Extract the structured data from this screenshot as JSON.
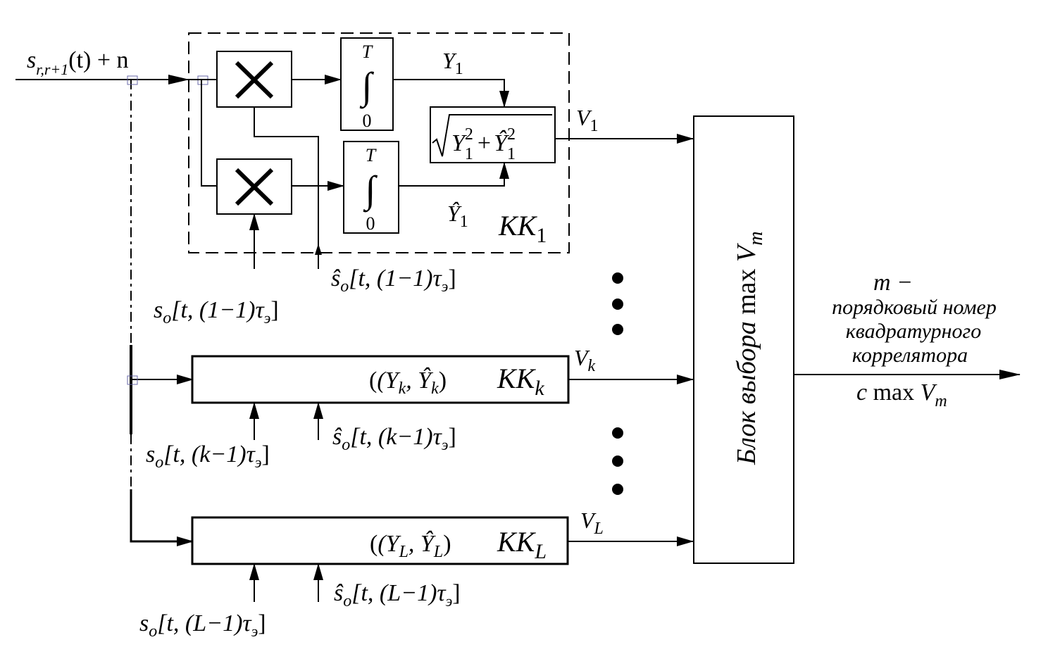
{
  "diagram": {
    "title_hint": "Quadrature correlator receiver block diagram",
    "input": {
      "label_main": "s",
      "label_sub": "r,r+1",
      "label_rest": "(t) + n"
    },
    "kk1": {
      "multiplier_symbol": "×",
      "integrator_top": "T",
      "integrator_symbol": "∫",
      "integrator_bottom": "0",
      "y_label": "Y",
      "y_sub": "1",
      "yhat_label": "Ŷ",
      "yhat_sub": "1",
      "sqrt_label": "√",
      "sqrt_expr_a": "Y",
      "sqrt_expr_a_sup": "2",
      "sqrt_expr_a_sub": "1",
      "sqrt_plus": "+",
      "sqrt_expr_b": "Ŷ",
      "sqrt_expr_b_sup": "2",
      "sqrt_expr_b_sub": "1",
      "block_label": "KK",
      "block_sub": "1",
      "out_label": "V",
      "out_sub": "1",
      "ref_s": "s",
      "ref_s_sub": "o",
      "ref_s_args": "[t, (1−1)τ",
      "ref_s_tail_sub": "э",
      "ref_s_close": "]",
      "ref_shat": "ŝ",
      "ref_shat_sub": "o",
      "ref_shat_args": "[t, (1−1)τ",
      "ref_shat_tail_sub": "э",
      "ref_shat_close": "]"
    },
    "kkk": {
      "pair_open": "(Y",
      "pair_sub1": "k",
      "pair_mid": ", Ŷ",
      "pair_sub2": "k",
      "pair_close": ")",
      "block_label": "KK",
      "block_sub": "k",
      "out_label": "V",
      "out_sub": "k",
      "ref_s": "s",
      "ref_s_sub": "o",
      "ref_s_args": "[t, (k−1)τ",
      "ref_s_tail_sub": "э",
      "ref_s_close": "]",
      "ref_shat": "ŝ",
      "ref_shat_sub": "o",
      "ref_shat_args": "[t, (k−1)τ",
      "ref_shat_tail_sub": "э",
      "ref_shat_close": "]"
    },
    "kkl": {
      "pair_open": "(Y",
      "pair_sub1": "L",
      "pair_mid": ", Ŷ",
      "pair_sub2": "L",
      "pair_close": ")",
      "block_label": "KK",
      "block_sub": "L",
      "out_label": "V",
      "out_sub": "L",
      "ref_s": "s",
      "ref_s_sub": "o",
      "ref_s_args": "[t, (L−1)τ",
      "ref_s_tail_sub": "э",
      "ref_s_close": "]",
      "ref_shat": "ŝ",
      "ref_shat_sub": "o",
      "ref_shat_args": "[t, (L−1)τ",
      "ref_shat_tail_sub": "э",
      "ref_shat_close": "]"
    },
    "selector": {
      "label_italic": "Блок выбора",
      "label_max": " max ",
      "label_v": "V",
      "label_v_sub": "m"
    },
    "output": {
      "line1": "m −",
      "line2": "порядковый номер",
      "line3": "квадратурного",
      "line4": "коррелятора",
      "line5_c": "c",
      "line5_max": " max ",
      "line5_v": "V",
      "line5_v_sub": "m"
    },
    "ellipsis_symbol": "•"
  }
}
